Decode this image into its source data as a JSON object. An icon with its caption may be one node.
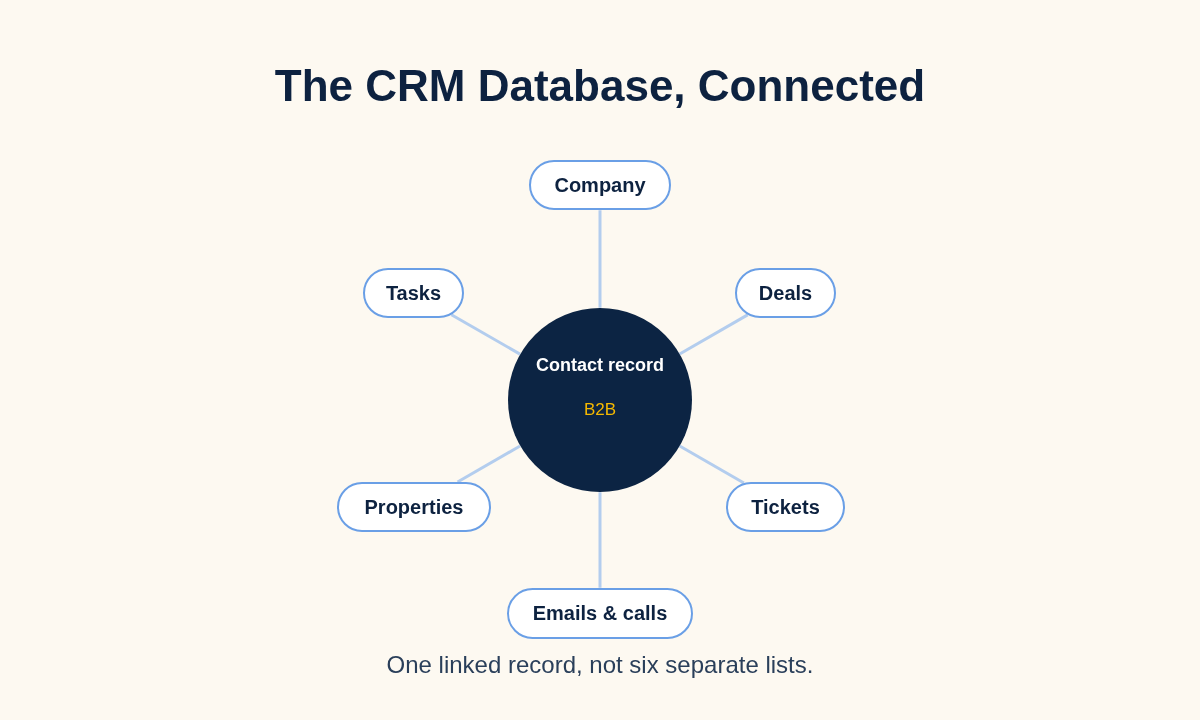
{
  "diagram": {
    "title": "The CRM Database, Connected",
    "caption": "One linked record, not six separate lists.",
    "nodes": [
      {
        "text": [
          "Company"
        ]
      },
      {
        "text": [
          "Tasks"
        ]
      },
      {
        "text": [
          "Deals"
        ]
      },
      {
        "text": [
          "Contact record",
          "B2B"
        ]
      },
      {
        "text": [
          "Properties"
        ]
      },
      {
        "text": [
          "Tickets"
        ]
      },
      {
        "text": [
          "Emails & calls"
        ]
      }
    ],
    "edges": [
      {
        "from": 3,
        "to": 0,
        "arrow": "none"
      },
      {
        "from": 3,
        "to": 1,
        "arrow": "none"
      },
      {
        "from": 3,
        "to": 2,
        "arrow": "none"
      },
      {
        "from": 3,
        "to": 4,
        "arrow": "none"
      },
      {
        "from": 3,
        "to": 5,
        "arrow": "none"
      },
      {
        "from": 3,
        "to": 6,
        "arrow": "none"
      }
    ]
  }
}
